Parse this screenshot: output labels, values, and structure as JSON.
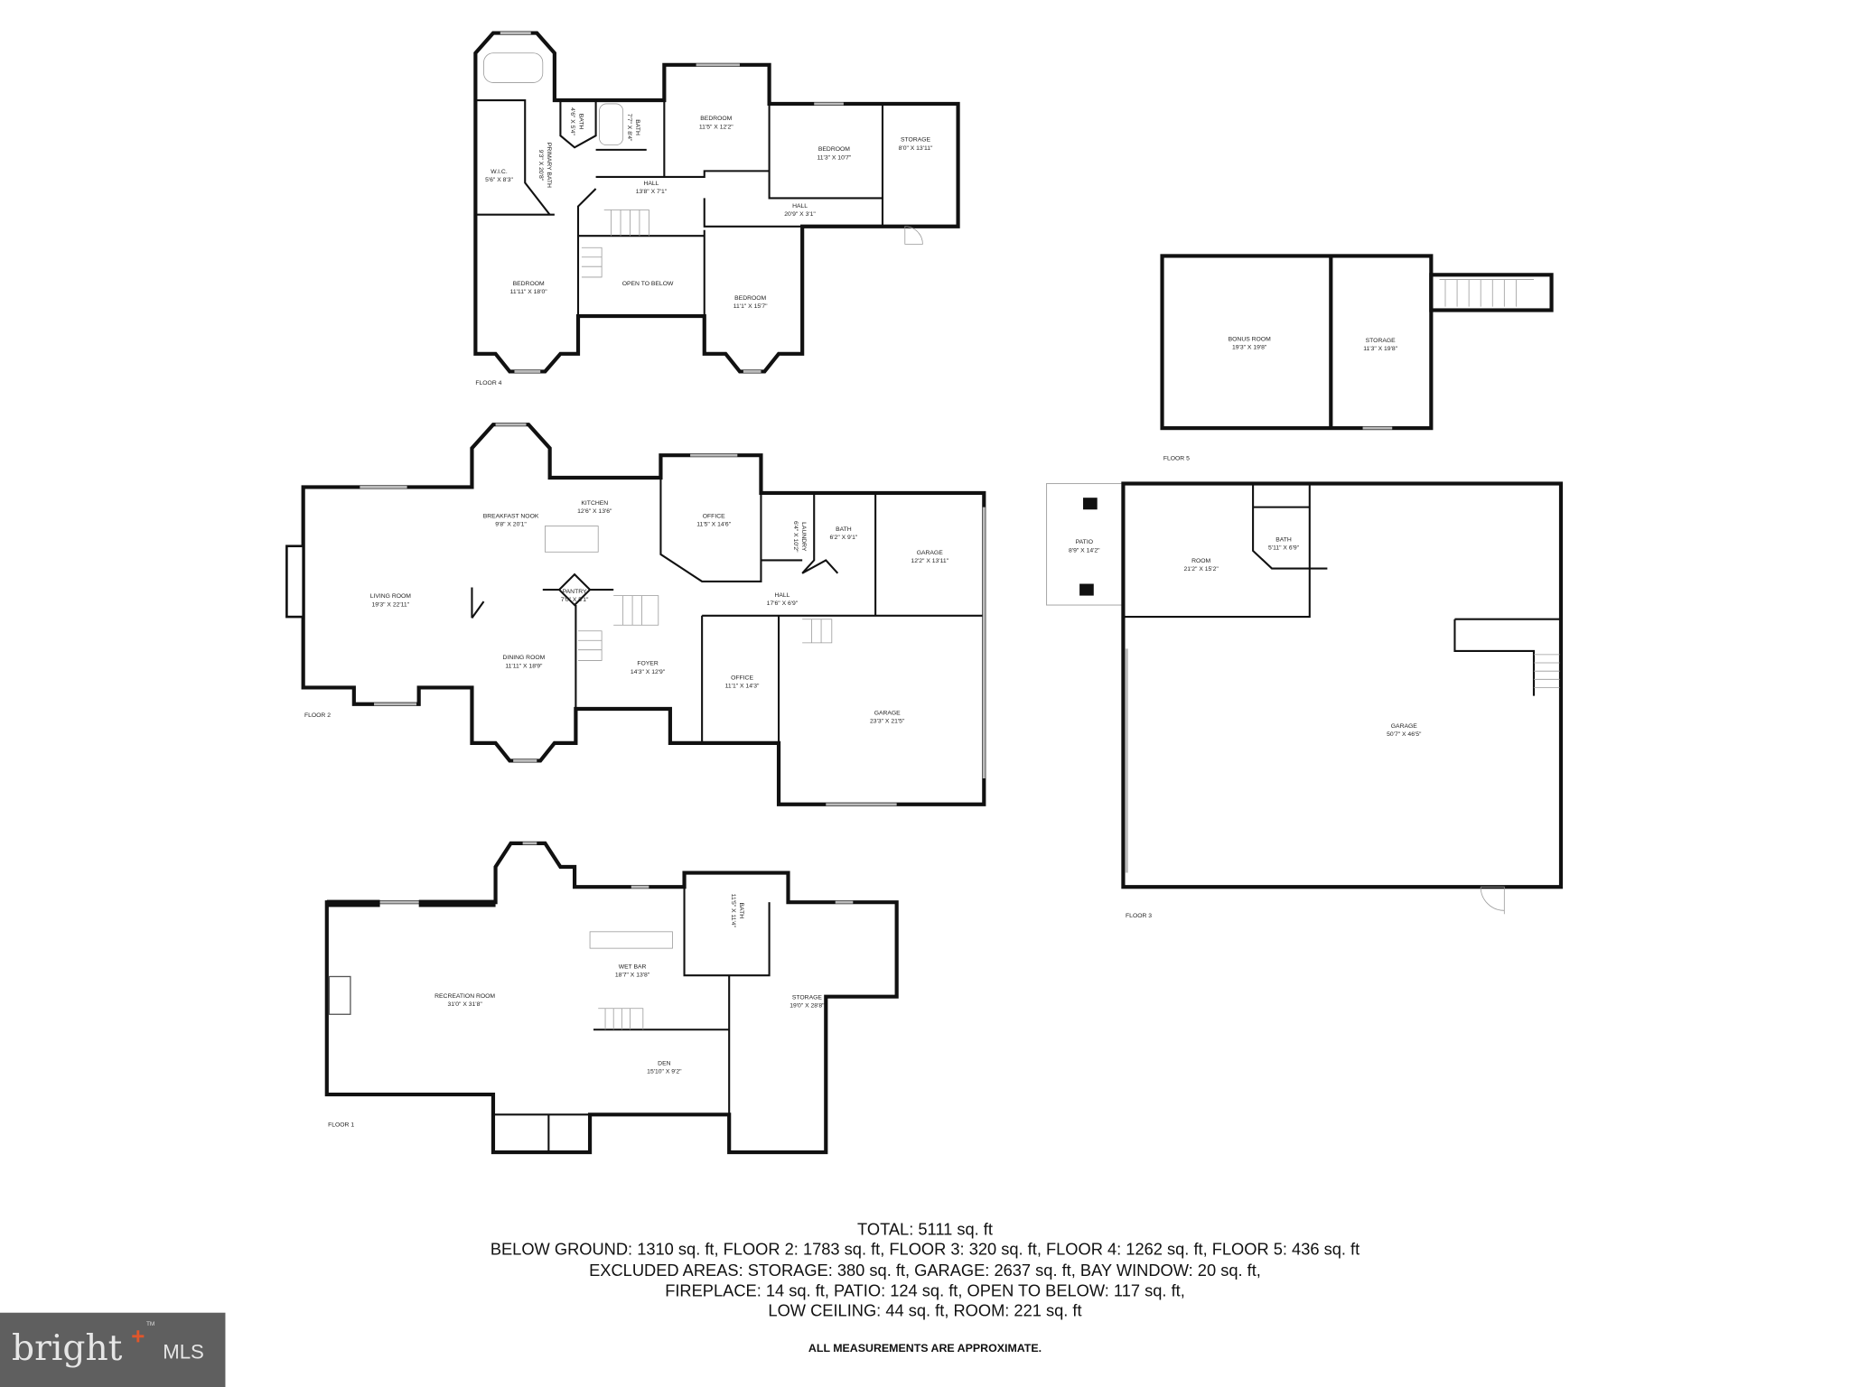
{
  "floors": [
    {
      "label": "FLOOR 4",
      "rooms": [
        {
          "name": "BEDROOM",
          "dims": "11'5\" X 12'2\""
        },
        {
          "name": "BATH",
          "dims": "7'7\" X 8'4\""
        },
        {
          "name": "BATH",
          "dims": "4'6\" X 5'4\""
        },
        {
          "name": "PRIMARY BATH",
          "dims": "9'3\" X 20'8\""
        },
        {
          "name": "W.I.C.",
          "dims": "5'6\" X 8'3\""
        },
        {
          "name": "HALL",
          "dims": "13'8\" X 7'1\""
        },
        {
          "name": "BEDROOM",
          "dims": "11'3\" X 10'7\""
        },
        {
          "name": "STORAGE",
          "dims": "8'0\" X 13'11\""
        },
        {
          "name": "HALL",
          "dims": "20'9\" X 3'1\""
        },
        {
          "name": "BEDROOM",
          "dims": "11'11\" X 18'0\""
        },
        {
          "name": "OPEN TO BELOW",
          "dims": ""
        },
        {
          "name": "BEDROOM",
          "dims": "11'1\" X 15'7\""
        }
      ]
    },
    {
      "label": "FLOOR 2",
      "rooms": [
        {
          "name": "LIVING ROOM",
          "dims": "19'3\" X 22'11\""
        },
        {
          "name": "BREAKFAST NOOK",
          "dims": "9'8\" X 20'1\""
        },
        {
          "name": "KITCHEN",
          "dims": "12'6\" X 13'6\""
        },
        {
          "name": "OFFICE",
          "dims": "11'5\" X 14'6\""
        },
        {
          "name": "LAUNDRY",
          "dims": "6'4\" X 10'2\""
        },
        {
          "name": "BATH",
          "dims": "6'2\" X 9'1\""
        },
        {
          "name": "GARAGE",
          "dims": "12'2\" X 13'11\""
        },
        {
          "name": "PANTRY",
          "dims": "7'0\" X 5'1\""
        },
        {
          "name": "HALL",
          "dims": "17'6\" X 6'9\""
        },
        {
          "name": "FOYER",
          "dims": "14'3\" X 12'9\""
        },
        {
          "name": "DINING ROOM",
          "dims": "11'11\" X 18'9\""
        },
        {
          "name": "OFFICE",
          "dims": "11'1\" X 14'3\""
        },
        {
          "name": "GARAGE",
          "dims": "23'3\" X 21'5\""
        }
      ]
    },
    {
      "label": "FLOOR 1",
      "rooms": [
        {
          "name": "RECREATION ROOM",
          "dims": "31'0\" X 31'8\""
        },
        {
          "name": "WET BAR",
          "dims": "18'7\" X 13'8\""
        },
        {
          "name": "BATH",
          "dims": "11'5\" X 11'4\""
        },
        {
          "name": "STORAGE",
          "dims": "19'0\" X 28'8\""
        },
        {
          "name": "DEN",
          "dims": "15'10\" X 9'2\""
        }
      ]
    },
    {
      "label": "FLOOR 5",
      "rooms": [
        {
          "name": "BONUS ROOM",
          "dims": "19'3\" X 19'8\""
        },
        {
          "name": "STORAGE",
          "dims": "11'3\" X 19'8\""
        }
      ]
    },
    {
      "label": "FLOOR 3",
      "rooms": [
        {
          "name": "PATIO",
          "dims": "8'9\" X 14'2\""
        },
        {
          "name": "ROOM",
          "dims": "21'2\" X 15'2\""
        },
        {
          "name": "BATH",
          "dims": "5'11\" X 6'9\""
        },
        {
          "name": "GARAGE",
          "dims": "50'7\" X 46'5\""
        }
      ]
    }
  ],
  "summary": {
    "total": "TOTAL: 5111 sq. ft",
    "line1": "BELOW GROUND: 1310 sq. ft, FLOOR 2: 1783 sq. ft, FLOOR 3: 320 sq. ft, FLOOR 4: 1262 sq. ft, FLOOR 5: 436 sq. ft",
    "line2": "EXCLUDED AREAS: STORAGE: 380 sq. ft, GARAGE: 2637 sq. ft, BAY WINDOW: 20 sq. ft,",
    "line3": "FIREPLACE: 14 sq. ft, PATIO: 124 sq. ft, OPEN TO BELOW: 117 sq. ft,",
    "line4": "LOW CEILING: 44 sq. ft, ROOM: 221 sq. ft",
    "disclaimer": "ALL MEASUREMENTS ARE APPROXIMATE."
  },
  "logo": {
    "text": "bright",
    "suffix": "MLS",
    "tm": "TM",
    "accent": "#e0562b",
    "background": "#5f5f5f"
  }
}
